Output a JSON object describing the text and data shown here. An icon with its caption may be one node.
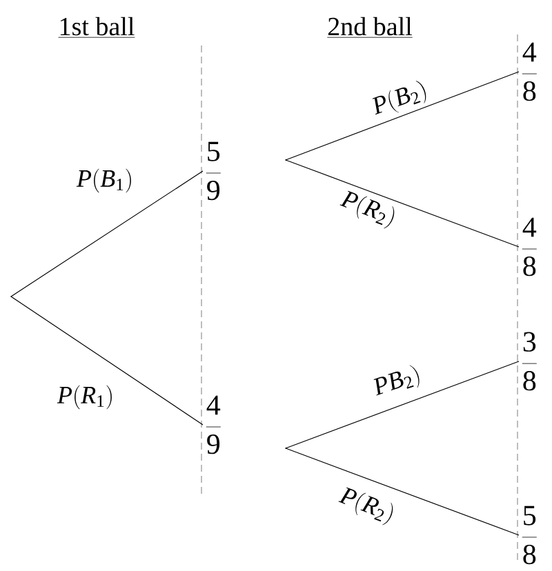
{
  "diagram": {
    "nodes": [
      {
        "text": [],
        "shape": "point"
      },
      {
        "text": [
          "\\frac{5}{9}"
        ]
      },
      {
        "text": [
          "\\frac{4}{9}"
        ]
      },
      {
        "text": [],
        "shape": "point"
      },
      {
        "text": [
          "\\frac{4}{8}"
        ]
      },
      {
        "text": [
          "\\frac{4}{8}"
        ]
      },
      {
        "text": [],
        "shape": "point"
      },
      {
        "text": [
          "\\frac{3}{8}"
        ]
      },
      {
        "text": [
          "\\frac{5}{8}"
        ]
      }
    ],
    "edges": [
      {
        "from": 0,
        "to": 1,
        "arrow": "none",
        "label": "P(B_1)"
      },
      {
        "from": 0,
        "to": 2,
        "arrow": "none",
        "label": "P(R_1)"
      },
      {
        "from": 3,
        "to": 4,
        "arrow": "none",
        "label": "P(B_2)"
      },
      {
        "from": 3,
        "to": 5,
        "arrow": "none",
        "label": "P(R_2)"
      },
      {
        "from": 6,
        "to": 7,
        "arrow": "none",
        "label": "PB_2)"
      },
      {
        "from": 6,
        "to": 8,
        "arrow": "none",
        "label": "P(R_2)"
      }
    ],
    "labels": [
      "1st ball",
      "2nd ball"
    ]
  }
}
